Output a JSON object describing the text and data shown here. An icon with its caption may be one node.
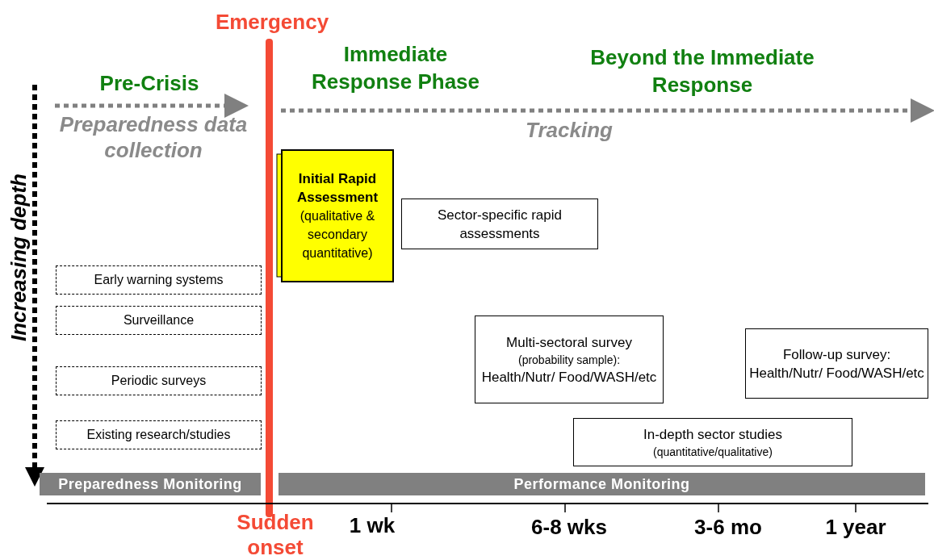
{
  "diagram": {
    "nodes": [
      {
        "text": [
          "Initial Rapid Assessment",
          "(qualitative & secondary quantitative)"
        ]
      },
      {
        "text": [
          "Sector-specific rapid assessments"
        ]
      },
      {
        "text": [
          "Early warning systems"
        ]
      },
      {
        "text": [
          "Surveillance"
        ]
      },
      {
        "text": [
          "Periodic surveys"
        ]
      },
      {
        "text": [
          "Existing research/studies"
        ]
      },
      {
        "text": [
          "Multi-sectoral survey",
          "(probability sample):",
          "Health/Nutr/ Food/WASH/etc"
        ]
      },
      {
        "text": [
          "Follow-up survey: Health/Nutr/ Food/WASH/etc"
        ]
      },
      {
        "text": [
          "In-depth sector studies",
          "(quantitative/qualitative)"
        ]
      },
      {
        "text": [
          "Preparedness Monitoring"
        ]
      },
      {
        "text": [
          "Performance Monitoring"
        ]
      }
    ],
    "labels": [
      "Emergency",
      "Immediate Response Phase",
      "Beyond the Immediate Response",
      "Pre-Crisis",
      "Preparedness data collection",
      "Tracking",
      "Increasing depth",
      "Sudden onset",
      "1 wk",
      "6-8 wks",
      "3-6 mo",
      "1 year"
    ]
  }
}
